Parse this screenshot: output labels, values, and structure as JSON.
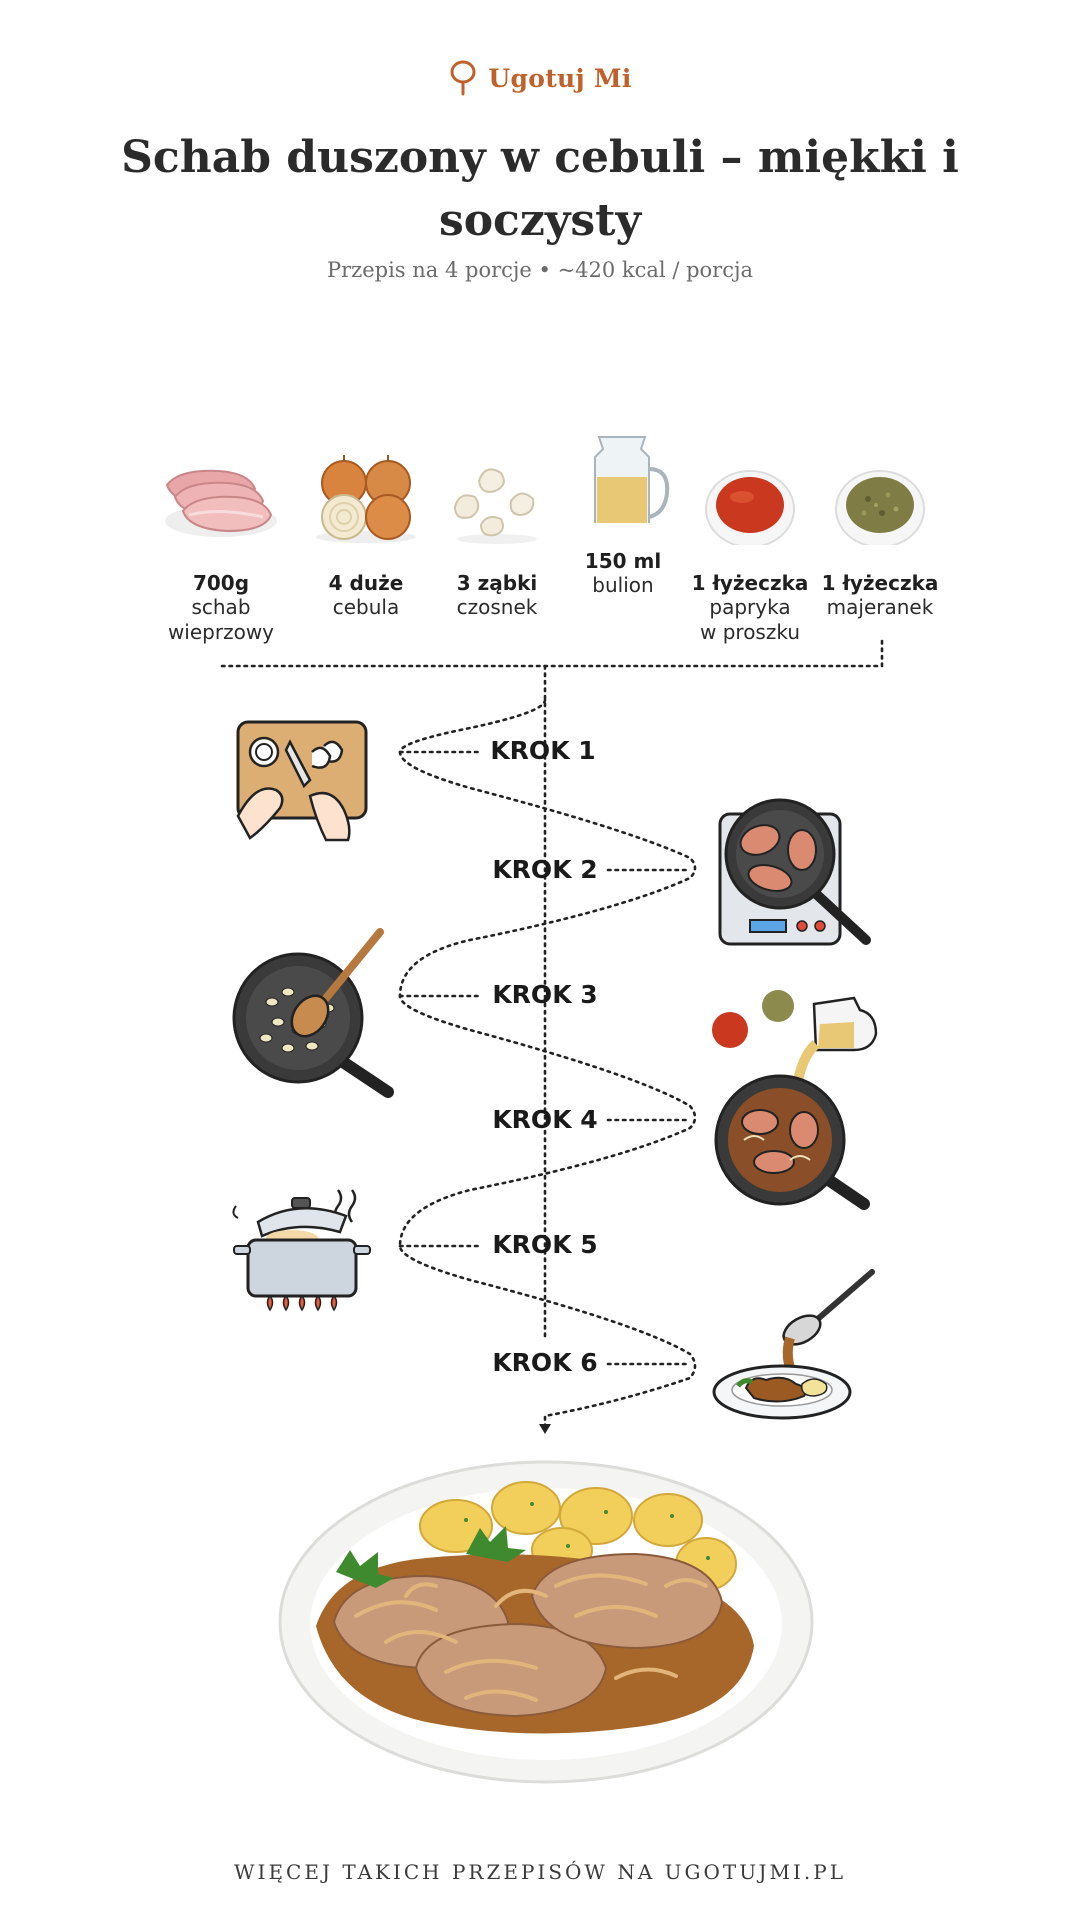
{
  "brand": {
    "name": "Ugotuj Mi",
    "color": "#c0602a"
  },
  "recipe": {
    "title": "Schab duszony w cebuli – miękki i soczysty",
    "subtitle": "Przepis na 4 porcje • ~420 kcal / porcja"
  },
  "ingredients": [
    {
      "qty": "700g",
      "name": "schab\nwieprzowy",
      "icon": "pork-loin-icon"
    },
    {
      "qty": "4 duże",
      "name": "cebula",
      "icon": "onion-icon"
    },
    {
      "qty": "3 ząbki",
      "name": "czosnek",
      "icon": "garlic-icon"
    },
    {
      "qty": "150 ml",
      "name": "bulion",
      "icon": "broth-jug-icon"
    },
    {
      "qty": "1 łyżeczka",
      "name": "papryka\nw proszku",
      "icon": "paprika-bowl-icon"
    },
    {
      "qty": "1 łyżeczka",
      "name": "majeranek",
      "icon": "marjoram-bowl-icon"
    }
  ],
  "steps": [
    {
      "label": "KROK 1",
      "icon": "cutting-board-icon"
    },
    {
      "label": "KROK 2",
      "icon": "frying-pork-icon"
    },
    {
      "label": "KROK 3",
      "icon": "frying-onion-icon"
    },
    {
      "label": "KROK 4",
      "icon": "add-spices-broth-icon"
    },
    {
      "label": "KROK 5",
      "icon": "stewing-pot-icon"
    },
    {
      "label": "KROK 6",
      "icon": "serving-sauce-icon"
    }
  ],
  "final_dish": {
    "icon": "finished-dish-icon"
  },
  "footer": {
    "text": "WIĘCEJ TAKICH PRZEPISÓW NA UGOTUJMI.PL"
  }
}
